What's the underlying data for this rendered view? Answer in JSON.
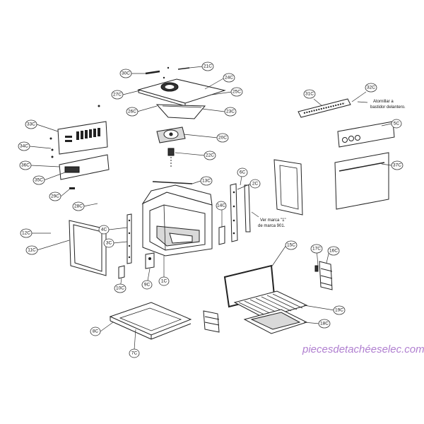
{
  "callouts": {
    "c30C": "30C",
    "c21C": "21C",
    "c24C": "24C",
    "c27C": "27C",
    "c25C": "25C",
    "c26C": "26C",
    "c23C": "23C",
    "c20C": "20C",
    "c22C": "22C",
    "c33C": "33C",
    "c34C": "34C",
    "c36C": "36C",
    "c35C": "35C",
    "c29C": "29C",
    "c13C": "13C",
    "c6C": "6C",
    "c2C": "2C",
    "c14C": "14C",
    "c28C": "28C",
    "c12C": "12C",
    "c4C": "4C",
    "c3C": "3C",
    "c11C": "11C",
    "c10C": "10C",
    "c9C": "9C",
    "c1C": "1C",
    "c31C": "31C",
    "c32C": "32C",
    "c5C": "5C",
    "c37C": "37C",
    "c15C": "15C",
    "c17C": "17C",
    "c16C": "16C",
    "c19C": "19C",
    "c18C": "18C",
    "c8C": "8C",
    "c7C": "7C"
  },
  "notes": {
    "atornillar_1": "Atornillar a",
    "atornillar_2": "bastidor delantero.",
    "ver_1": "Ver marca \"1\"",
    "ver_2": "de marca 901."
  },
  "watermark": "piecesdetachéeselec.com",
  "colors": {
    "line": "#222222",
    "watermark": "#b07fd0"
  }
}
